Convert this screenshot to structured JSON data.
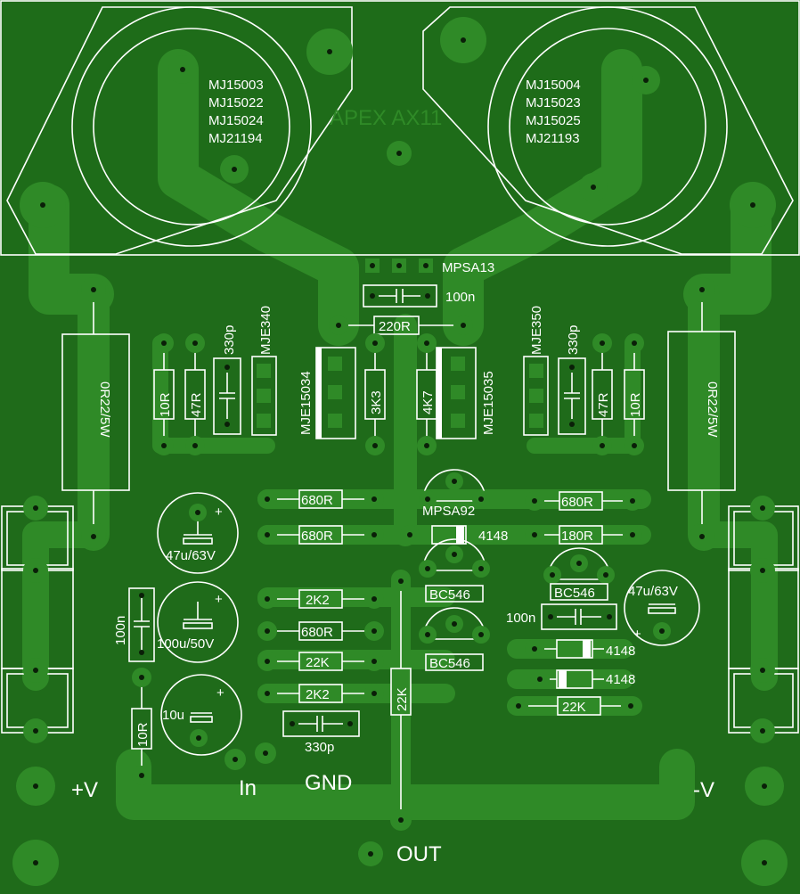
{
  "board": {
    "title": "APEX AX11",
    "background": "#1f6b1a",
    "copper": "#2f8a27",
    "silkscreen": "#ffffff"
  },
  "transistors_power": {
    "left": [
      "MJ15003",
      "MJ15022",
      "MJ15024",
      "MJ21194"
    ],
    "right": [
      "MJ15004",
      "MJ15023",
      "MJ15025",
      "MJ21193"
    ]
  },
  "labels": {
    "mpsa13": "MPSA13",
    "c100n_top": "100n",
    "r220": "220R",
    "mje340": "MJE340",
    "mje350": "MJE350",
    "c330p_left": "330p",
    "c330p_right": "330p",
    "r10_left": "10R",
    "r47_left": "47R",
    "r10_right": "10R",
    "r47_right": "47R",
    "mje15034": "MJE15034",
    "mje15035": "MJE15035",
    "r3k3": "3K3",
    "r4k7": "4K7",
    "r022_left": "0R22/5W",
    "r022_right": "0R22/5W",
    "r680_1": "680R",
    "r680_2": "680R",
    "r680_3": "680R",
    "r680_right": "680R",
    "r180": "180R",
    "mpsa92": "MPSA92",
    "d4148_1": "4148",
    "d4148_2": "4148",
    "d4148_3": "4148",
    "bc546_1": "BC546",
    "bc546_2": "BC546",
    "bc546_3": "BC546",
    "c47u_left": "47u/63V",
    "c47u_right": "47u/63V",
    "c100u": "100u/50V",
    "c10u": "10u",
    "c100n_left": "100n",
    "c100n_mid": "100n",
    "r2k2_1": "2K2",
    "r2k2_2": "2K2",
    "r22k_1": "22K",
    "r22k_vert": "22K",
    "r22k_right": "22K",
    "r10_bottom": "10R",
    "c330p_bottom": "330p",
    "plus_v": "+V",
    "minus_v": "-V",
    "input": "In",
    "gnd": "GND",
    "out": "OUT",
    "plus_sign": "+"
  }
}
